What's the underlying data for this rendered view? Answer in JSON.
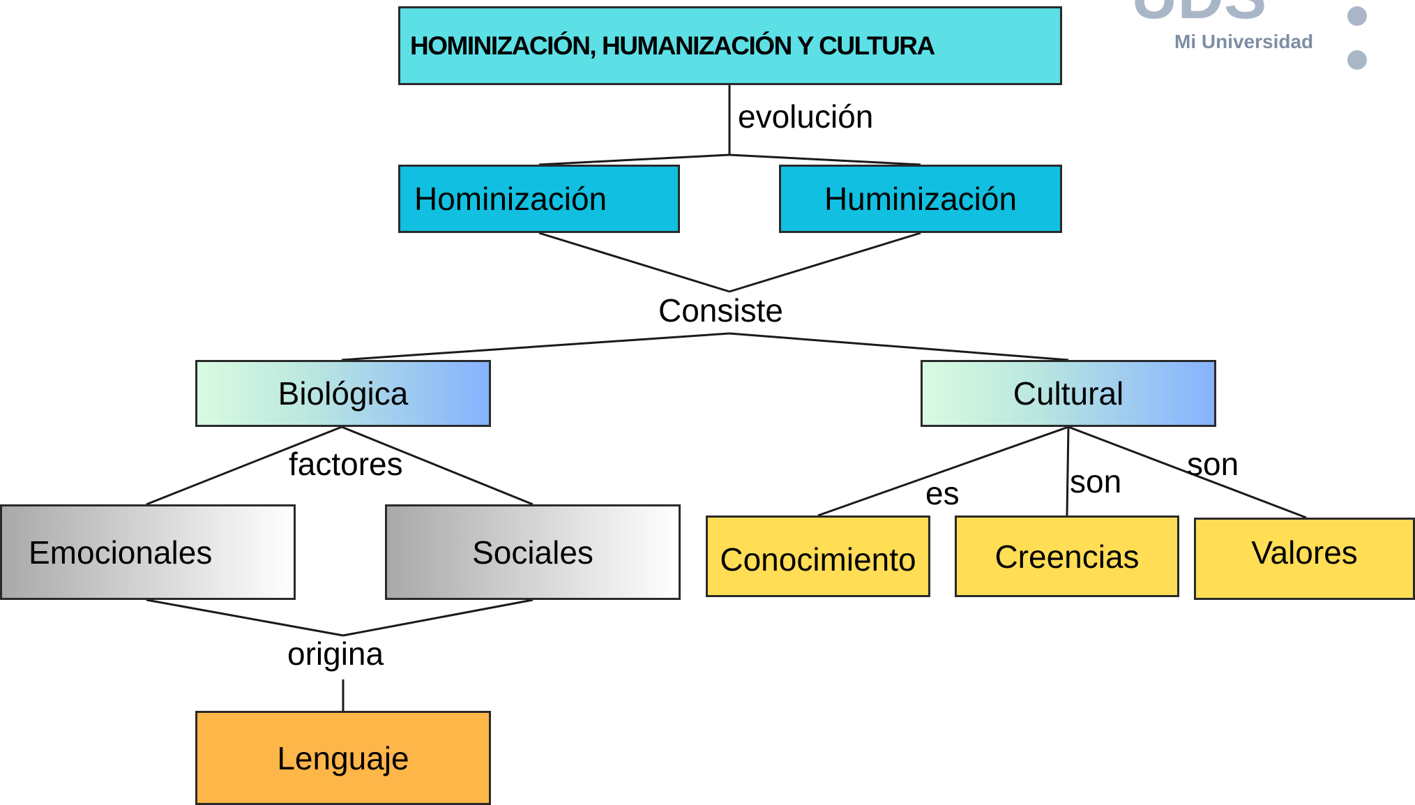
{
  "title": "HOMINIZACIÓN, HUMANIZACIÓN Y CULTURA",
  "logo": {
    "wordmark": "UDS",
    "subtitle": "Mi Universidad"
  },
  "nodes": {
    "hominizacion": "Hominización",
    "huminizacion": "Huminización",
    "biologica": "Biológica",
    "cultural": "Cultural",
    "emocionales": "Emocionales",
    "sociales": "Sociales",
    "lenguaje": "Lenguaje",
    "conocimiento": "Conocimiento",
    "creencias": "Creencias",
    "valores": "Valores"
  },
  "links": {
    "evolucion": "evolución",
    "consiste": "Consiste",
    "factores": "factores",
    "origina": "origina",
    "es": "es",
    "son_creencias": "son",
    "son_valores": "son"
  },
  "colors": {
    "title_fill": "#5ce0e6",
    "level2_fill": "#11c0e0",
    "level3_gradient": [
      "#d9fbe0",
      "#86b2ff"
    ],
    "level4_gradient": [
      "#a9a9a9",
      "#ffffff"
    ],
    "culture_items_fill": "#ffdd55",
    "lenguaje_fill": "#ffb649",
    "line": "#1a1a1a",
    "logo_gray": "#a9b6c8"
  }
}
